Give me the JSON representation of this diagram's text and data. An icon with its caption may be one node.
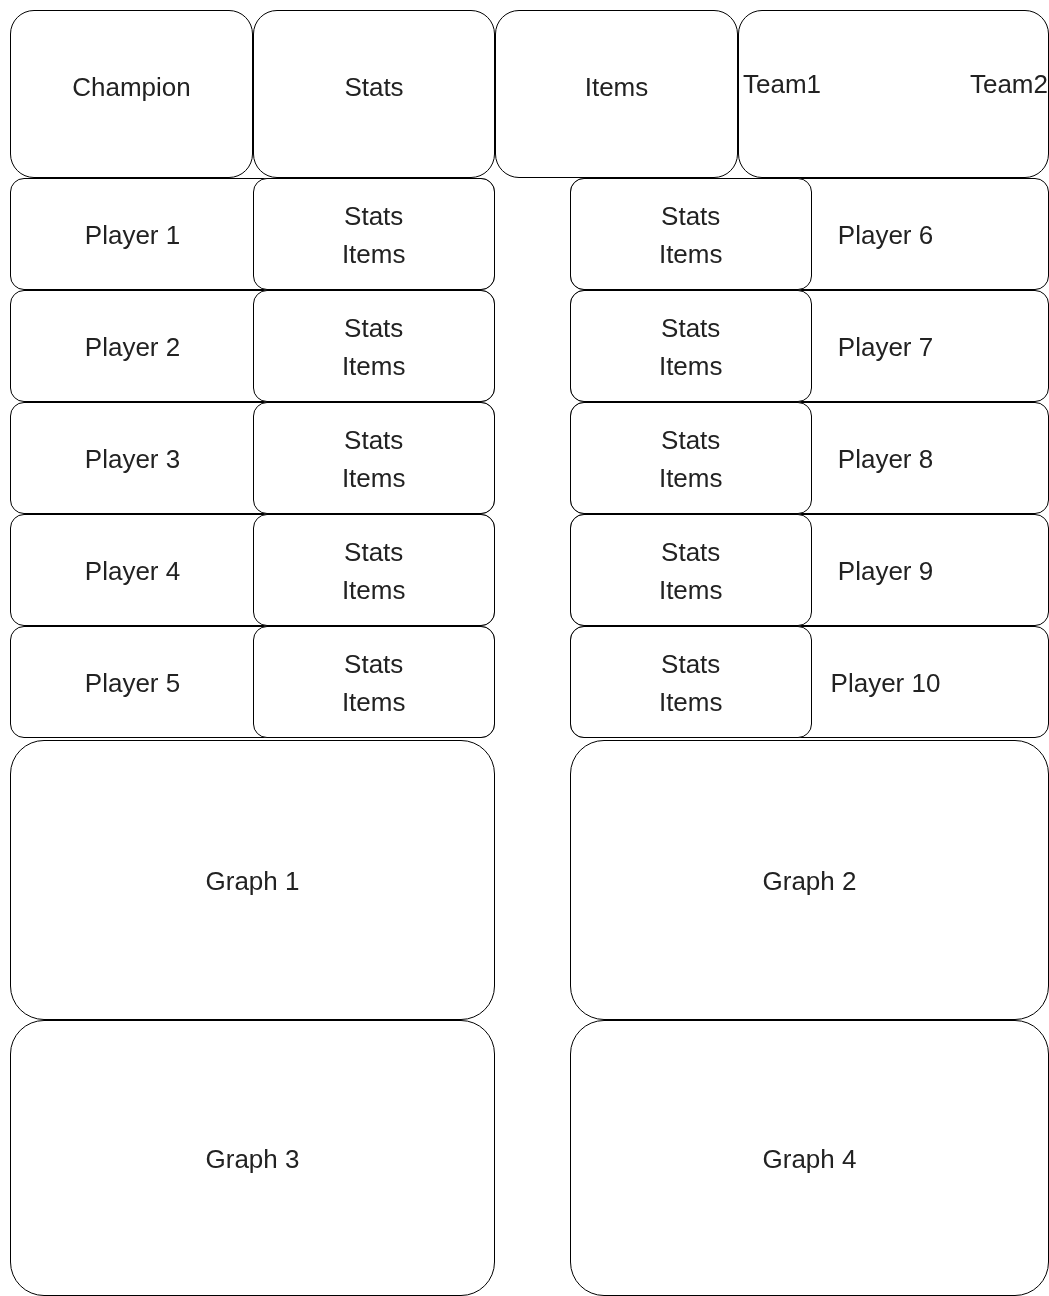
{
  "diagram": {
    "nodes": [
      {
        "text": [
          "Champion"
        ]
      },
      {
        "text": [
          "Stats"
        ]
      },
      {
        "text": [
          "Items"
        ]
      },
      {
        "text": [
          "Team1",
          "Team2"
        ]
      },
      {
        "text": [
          "Player 1"
        ]
      },
      {
        "text": [
          "Stats",
          "Items"
        ],
        "in": 4
      },
      {
        "text": [
          "Player 6"
        ]
      },
      {
        "text": [
          "Stats",
          "Items"
        ],
        "in": 6
      },
      {
        "text": [
          "Player 2"
        ]
      },
      {
        "text": [
          "Stats",
          "Items"
        ],
        "in": 8
      },
      {
        "text": [
          "Player 7"
        ]
      },
      {
        "text": [
          "Stats",
          "Items"
        ],
        "in": 10
      },
      {
        "text": [
          "Player 3"
        ]
      },
      {
        "text": [
          "Stats",
          "Items"
        ],
        "in": 12
      },
      {
        "text": [
          "Player 8"
        ]
      },
      {
        "text": [
          "Stats",
          "Items"
        ],
        "in": 14
      },
      {
        "text": [
          "Player 4"
        ]
      },
      {
        "text": [
          "Stats",
          "Items"
        ],
        "in": 16
      },
      {
        "text": [
          "Player 9"
        ]
      },
      {
        "text": [
          "Stats",
          "Items"
        ],
        "in": 18
      },
      {
        "text": [
          "Player 5"
        ]
      },
      {
        "text": [
          "Stats",
          "Items"
        ],
        "in": 20
      },
      {
        "text": [
          "Player 10"
        ]
      },
      {
        "text": [
          "Stats",
          "Items"
        ],
        "in": 22
      },
      {
        "text": [
          "Graph 1"
        ]
      },
      {
        "text": [
          "Graph 2"
        ]
      },
      {
        "text": [
          "Graph 3"
        ]
      },
      {
        "text": [
          "Graph 4"
        ]
      }
    ]
  }
}
